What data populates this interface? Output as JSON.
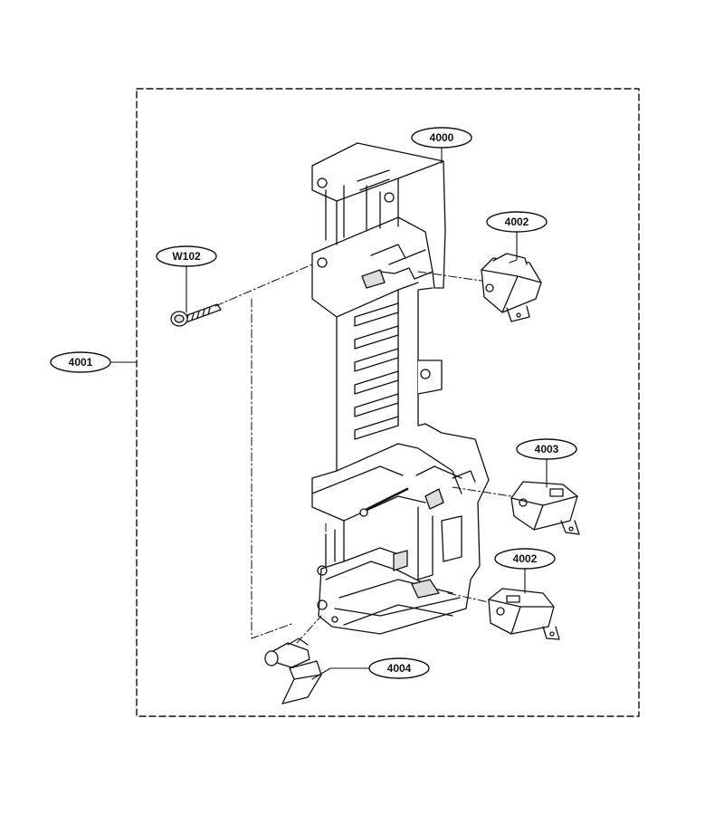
{
  "labels": {
    "assembly": "4001",
    "frame": "4000",
    "screw": "W102",
    "switch_top": "4002",
    "switch_middle": "4003",
    "switch_bottom": "4002",
    "lever": "4004"
  },
  "colors": {
    "line": "#111111",
    "fill": "#ffffff",
    "shade": "#dddddd"
  }
}
